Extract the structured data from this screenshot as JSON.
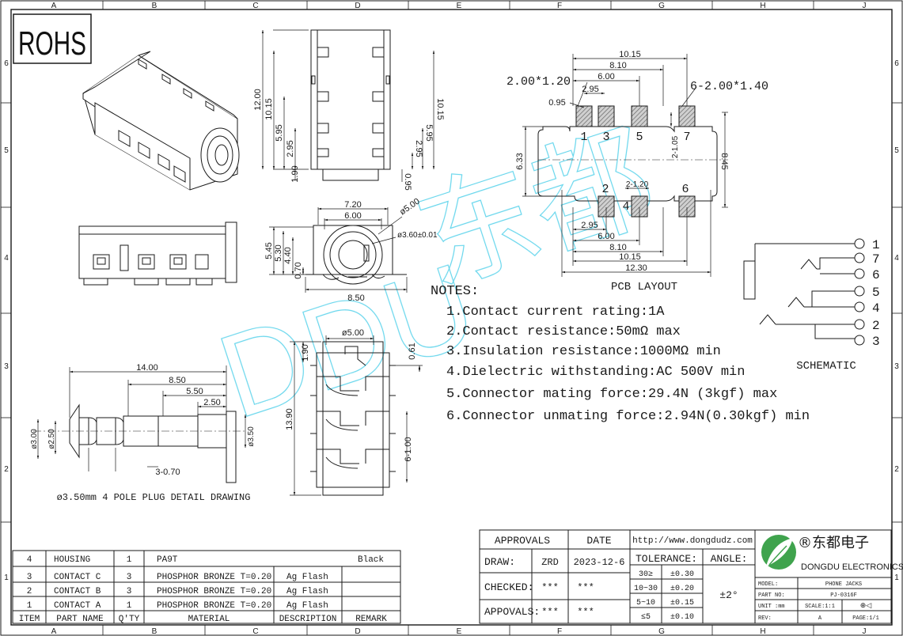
{
  "logo": "ROHS",
  "watermark": {
    "text1": "DDU",
    "text2": "东都"
  },
  "grid": {
    "cols": [
      "A",
      "B",
      "C",
      "D",
      "E",
      "F",
      "G",
      "H",
      "J"
    ],
    "rows": [
      "6",
      "5",
      "4",
      "3",
      "2",
      "1"
    ]
  },
  "iso_view": {},
  "top_view": {
    "dims": {
      "h_total": "12.00",
      "h_10": "10.15",
      "h_595": "5.95",
      "h_295": "2.95",
      "h_190": "1.90",
      "r_10": "10.15",
      "r_595": "5.95",
      "r_295": "2.95",
      "r_095": "0.95"
    }
  },
  "front_view": {
    "dims": {
      "w720": "7.20",
      "w600": "6.00",
      "d500": "ø5.00",
      "d360": "ø3.60±0.01",
      "h545": "5.45",
      "h530": "5.30",
      "h440": "4.40",
      "h070": "0.70",
      "w850": "8.50"
    }
  },
  "bottom_view": {
    "dims": {
      "d500": "ø5.00",
      "h190": "1.90",
      "h061": "0.61",
      "h1390": "13.90",
      "p100": "6-1.00"
    }
  },
  "plug": {
    "dims": {
      "l1400": "14.00",
      "l850": "8.50",
      "l550": "5.50",
      "l250": "2.50",
      "d300": "ø3.00",
      "d250": "ø2.50",
      "d350": "ø3.50",
      "p070": "3-0.70"
    },
    "caption": "ø3.50mm 4 POLE PLUG DETAIL DRAWING"
  },
  "pcb": {
    "caption": "PCB LAYOUT",
    "pad_label_top": "2.00*1.20",
    "pad_label_right": "6-2.00*1.40",
    "dims": {
      "w1015": "10.15",
      "w810": "8.10",
      "w600": "6.00",
      "w295": "2.95",
      "h095": "0.95",
      "h633": "6.33",
      "h845": "8.45",
      "h105": "2-1.05",
      "h120": "2-1.20",
      "b295": "2.95",
      "b600": "6.00",
      "b810": "8.10",
      "b1015": "10.15",
      "b1230": "12.30"
    },
    "pins_top": [
      "1",
      "3",
      "5",
      "7"
    ],
    "pins_bottom": [
      "2",
      "4",
      "6"
    ]
  },
  "notes": {
    "heading": "NOTES:",
    "items": [
      "1.Contact current rating:1A",
      "2.Contact resistance:50mΩ  max",
      "3.Insulation resistance:1000MΩ  min",
      "4.Dielectric withstanding:AC 500V min",
      "5.Connector mating force:29.4N (3kgf) max",
      "6.Connector unmating force:2.94N(0.30kgf) min"
    ]
  },
  "schematic": {
    "caption": "SCHEMATIC",
    "pins": [
      "1",
      "7",
      "6",
      "5",
      "4",
      "2",
      "3"
    ]
  },
  "bom": {
    "header": [
      "ITEM",
      "PART NAME",
      "Q'TY",
      "MATERIAL",
      "DESCRIPTION",
      "REMARK"
    ],
    "rows": [
      [
        "4",
        "HOUSING",
        "1",
        "PA9T",
        "",
        "Black"
      ],
      [
        "3",
        "CONTACT C",
        "3",
        "PHOSPHOR BRONZE T=0.20",
        "Ag Flash",
        ""
      ],
      [
        "2",
        "CONTACT B",
        "3",
        "PHOSPHOR BRONZE T=0.20",
        "Ag Flash",
        ""
      ],
      [
        "1",
        "CONTACT A",
        "1",
        "PHOSPHOR BRONZE T=0.20",
        "Ag Flash",
        ""
      ]
    ]
  },
  "title_block": {
    "approvals": "APPROVALS",
    "date": "DATE",
    "website": "http://www.dongdudz.com",
    "draw_label": "DRAW:",
    "draw_name": "ZRD",
    "draw_date": "2023-12-6",
    "checked_label": "CHECKED:",
    "checked_name": "***",
    "checked_date": "***",
    "appovals_label": "APPOVALS:",
    "appovals_name": "***",
    "appovals_date": "***",
    "tolerance": "TOLERANCE:",
    "angle": "ANGLE:",
    "angle_value": "±2°",
    "tol_rows": [
      [
        "30≥",
        "±0.30"
      ],
      [
        "10~30",
        "±0.20"
      ],
      [
        "5~10",
        "±0.15"
      ],
      [
        "≤5",
        "±0.10"
      ]
    ],
    "company_cn": "®东都电子",
    "company_en": "DONGDU ELECTRONICS",
    "model_label": "MODEL:",
    "model_value": "PHONE JACKS",
    "partno_label": "PART NO:",
    "partno_value": "PJ-0316F",
    "unit_label": "UNIT :mm",
    "scale": "SCALE:1:1",
    "rev_label": "REV:",
    "rev_value": "A",
    "page": "PAGE:1/1",
    "projection": "⊕◁"
  },
  "colors": {
    "ink": "#1a1a1a",
    "pad_fill": "#9a9a9a",
    "watermark": "#33c8e6",
    "logo_green": "#3fa34d"
  }
}
